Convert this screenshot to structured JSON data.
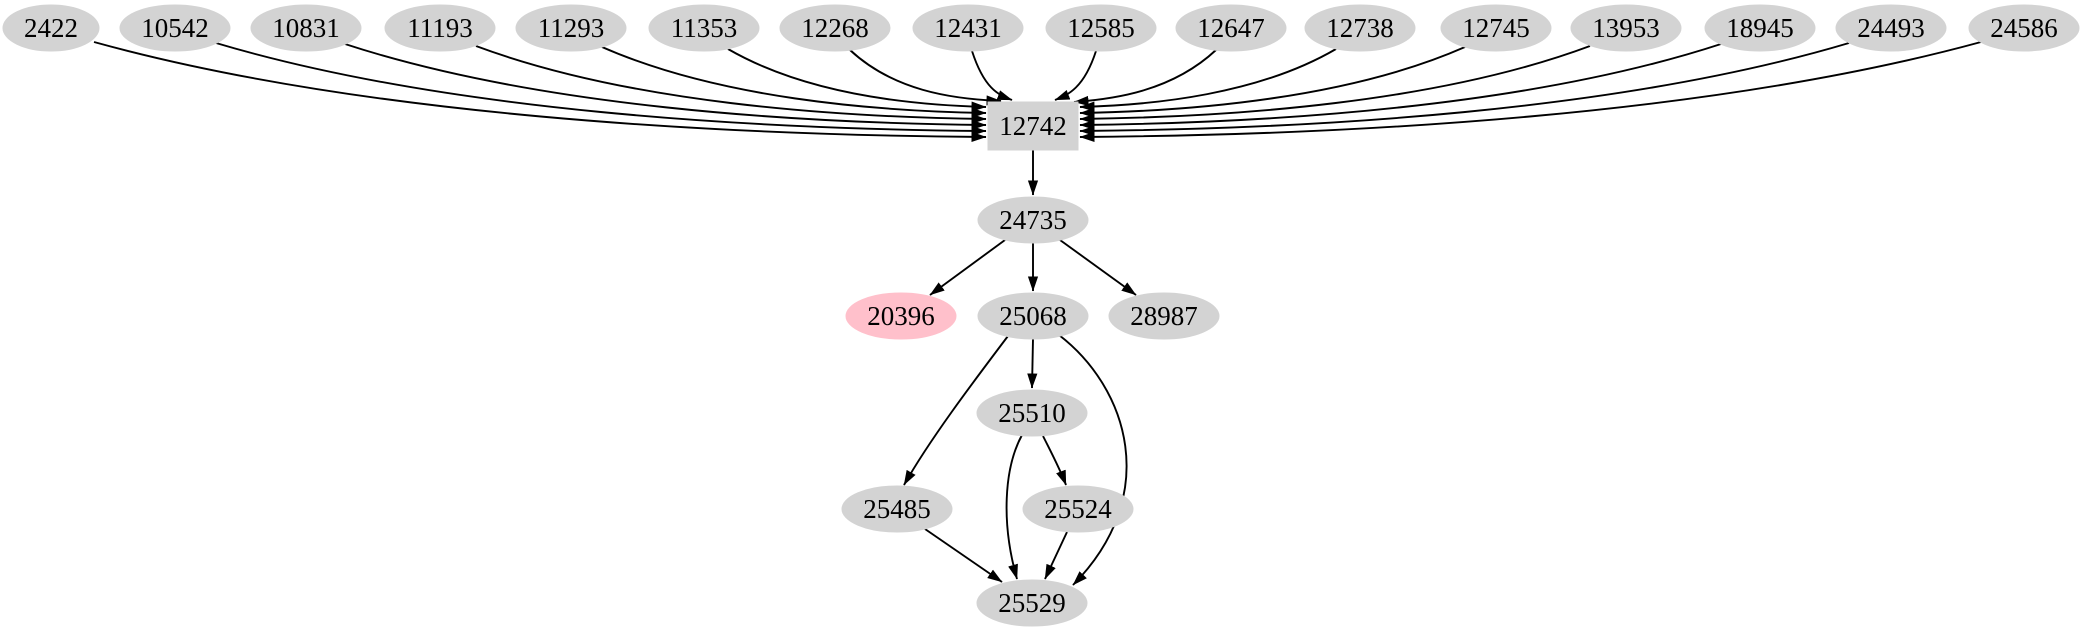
{
  "graph": {
    "type": "directed-graph",
    "background": "#ffffff",
    "colors": {
      "node_fill": "#d3d3d3",
      "highlight_fill": "#ffc0cb",
      "edge": "#000000",
      "text": "#000000"
    },
    "nodes": [
      {
        "id": "2422",
        "label": "2422",
        "shape": "ellipse",
        "highlighted": false
      },
      {
        "id": "10542",
        "label": "10542",
        "shape": "ellipse",
        "highlighted": false
      },
      {
        "id": "10831",
        "label": "10831",
        "shape": "ellipse",
        "highlighted": false
      },
      {
        "id": "11193",
        "label": "11193",
        "shape": "ellipse",
        "highlighted": false
      },
      {
        "id": "11293",
        "label": "11293",
        "shape": "ellipse",
        "highlighted": false
      },
      {
        "id": "11353",
        "label": "11353",
        "shape": "ellipse",
        "highlighted": false
      },
      {
        "id": "12268",
        "label": "12268",
        "shape": "ellipse",
        "highlighted": false
      },
      {
        "id": "12431",
        "label": "12431",
        "shape": "ellipse",
        "highlighted": false
      },
      {
        "id": "12585",
        "label": "12585",
        "shape": "ellipse",
        "highlighted": false
      },
      {
        "id": "12647",
        "label": "12647",
        "shape": "ellipse",
        "highlighted": false
      },
      {
        "id": "12738",
        "label": "12738",
        "shape": "ellipse",
        "highlighted": false
      },
      {
        "id": "12745",
        "label": "12745",
        "shape": "ellipse",
        "highlighted": false
      },
      {
        "id": "13953",
        "label": "13953",
        "shape": "ellipse",
        "highlighted": false
      },
      {
        "id": "18945",
        "label": "18945",
        "shape": "ellipse",
        "highlighted": false
      },
      {
        "id": "24493",
        "label": "24493",
        "shape": "ellipse",
        "highlighted": false
      },
      {
        "id": "24586",
        "label": "24586",
        "shape": "ellipse",
        "highlighted": false
      },
      {
        "id": "12742",
        "label": "12742",
        "shape": "box",
        "highlighted": false
      },
      {
        "id": "24735",
        "label": "24735",
        "shape": "ellipse",
        "highlighted": false
      },
      {
        "id": "20396",
        "label": "20396",
        "shape": "ellipse",
        "highlighted": true
      },
      {
        "id": "25068",
        "label": "25068",
        "shape": "ellipse",
        "highlighted": false
      },
      {
        "id": "28987",
        "label": "28987",
        "shape": "ellipse",
        "highlighted": false
      },
      {
        "id": "25510",
        "label": "25510",
        "shape": "ellipse",
        "highlighted": false
      },
      {
        "id": "25485",
        "label": "25485",
        "shape": "ellipse",
        "highlighted": false
      },
      {
        "id": "25524",
        "label": "25524",
        "shape": "ellipse",
        "highlighted": false
      },
      {
        "id": "25529",
        "label": "25529",
        "shape": "ellipse",
        "highlighted": false
      }
    ],
    "edges": [
      {
        "from": "2422",
        "to": "12742"
      },
      {
        "from": "10542",
        "to": "12742"
      },
      {
        "from": "10831",
        "to": "12742"
      },
      {
        "from": "11193",
        "to": "12742"
      },
      {
        "from": "11293",
        "to": "12742"
      },
      {
        "from": "11353",
        "to": "12742"
      },
      {
        "from": "12268",
        "to": "12742"
      },
      {
        "from": "12431",
        "to": "12742"
      },
      {
        "from": "12585",
        "to": "12742"
      },
      {
        "from": "12647",
        "to": "12742"
      },
      {
        "from": "12738",
        "to": "12742"
      },
      {
        "from": "12745",
        "to": "12742"
      },
      {
        "from": "13953",
        "to": "12742"
      },
      {
        "from": "18945",
        "to": "12742"
      },
      {
        "from": "24493",
        "to": "12742"
      },
      {
        "from": "24586",
        "to": "12742"
      },
      {
        "from": "12742",
        "to": "24735"
      },
      {
        "from": "24735",
        "to": "20396"
      },
      {
        "from": "24735",
        "to": "25068"
      },
      {
        "from": "24735",
        "to": "28987"
      },
      {
        "from": "25068",
        "to": "25510"
      },
      {
        "from": "25068",
        "to": "25485"
      },
      {
        "from": "25068",
        "to": "25529"
      },
      {
        "from": "25510",
        "to": "25524"
      },
      {
        "from": "25510",
        "to": "25529"
      },
      {
        "from": "25485",
        "to": "25529"
      },
      {
        "from": "25524",
        "to": "25529"
      }
    ]
  }
}
